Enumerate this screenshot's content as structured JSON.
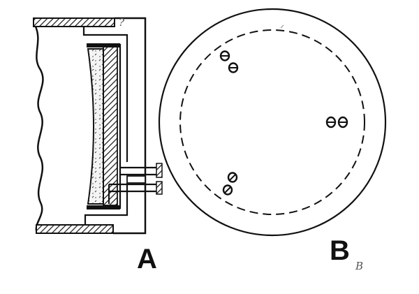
{
  "labels": {
    "a": "A",
    "b": "B",
    "b_handwritten": "B"
  },
  "figure_b": {
    "screw_pairs": 3
  },
  "colors": {
    "ink": "#111111",
    "paper": "#ffffff"
  }
}
